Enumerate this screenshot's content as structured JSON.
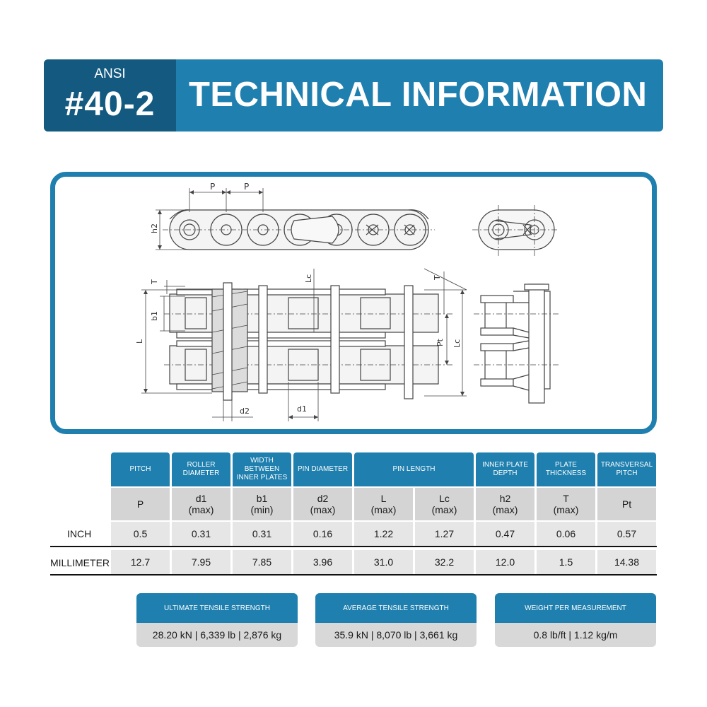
{
  "header": {
    "ansi": "ANSI",
    "model": "#40-2",
    "title": "TECHNICAL INFORMATION"
  },
  "diagram": {
    "labels": {
      "p1": "P",
      "p2": "P",
      "h2": "h2",
      "T_left": "T",
      "Lc_top": "Lc",
      "T_right": "T",
      "b1": "b1",
      "L": "L",
      "Pt": "Pt",
      "Lc_right": "Lc",
      "d2": "d2",
      "d1": "d1"
    }
  },
  "specs": {
    "columns": [
      {
        "header": "PITCH",
        "symbol": "P",
        "unit": "",
        "inch": "0.5",
        "mm": "12.7"
      },
      {
        "header": "ROLLER DIAMETER",
        "symbol": "d1",
        "unit": "(max)",
        "inch": "0.31",
        "mm": "7.95"
      },
      {
        "header": "WIDTH BETWEEN INNER PLATES",
        "symbol": "b1",
        "unit": "(min)",
        "inch": "0.31",
        "mm": "7.85"
      },
      {
        "header": "PIN DIAMETER",
        "symbol": "d2",
        "unit": "(max)",
        "inch": "0.16",
        "mm": "3.96"
      },
      {
        "header": "PIN LENGTH",
        "symbol": "L",
        "unit": "(max)",
        "inch": "1.22",
        "mm": "31.0"
      },
      {
        "header": "",
        "symbol": "Lc",
        "unit": "(max)",
        "inch": "1.27",
        "mm": "32.2"
      },
      {
        "header": "INNER PLATE DEPTH",
        "symbol": "h2",
        "unit": "(max)",
        "inch": "0.47",
        "mm": "12.0"
      },
      {
        "header": "PLATE THICKNESS",
        "symbol": "T",
        "unit": "(max)",
        "inch": "0.06",
        "mm": "1.5"
      },
      {
        "header": "TRANSVERSAL PITCH",
        "symbol": "Pt",
        "unit": "",
        "inch": "0.57",
        "mm": "14.38"
      }
    ],
    "row_labels": {
      "inch": "INCH",
      "mm": "MILLIMETER"
    }
  },
  "strength": [
    {
      "label": "ULTIMATE TENSILE STRENGTH",
      "value": "28.20 kN | 6,339 lb | 2,876 kg"
    },
    {
      "label": "AVERAGE TENSILE STRENGTH",
      "value": "35.9 kN | 8,070 lb | 3,661 kg"
    },
    {
      "label": "WEIGHT PER MEASUREMENT",
      "value": "0.8 lb/ft | 1.12 kg/m"
    }
  ],
  "colors": {
    "primary": "#1f7fae",
    "primary_dark": "#145a80",
    "cell_light": "#e6e6e6",
    "cell_mid": "#d4d4d4"
  }
}
